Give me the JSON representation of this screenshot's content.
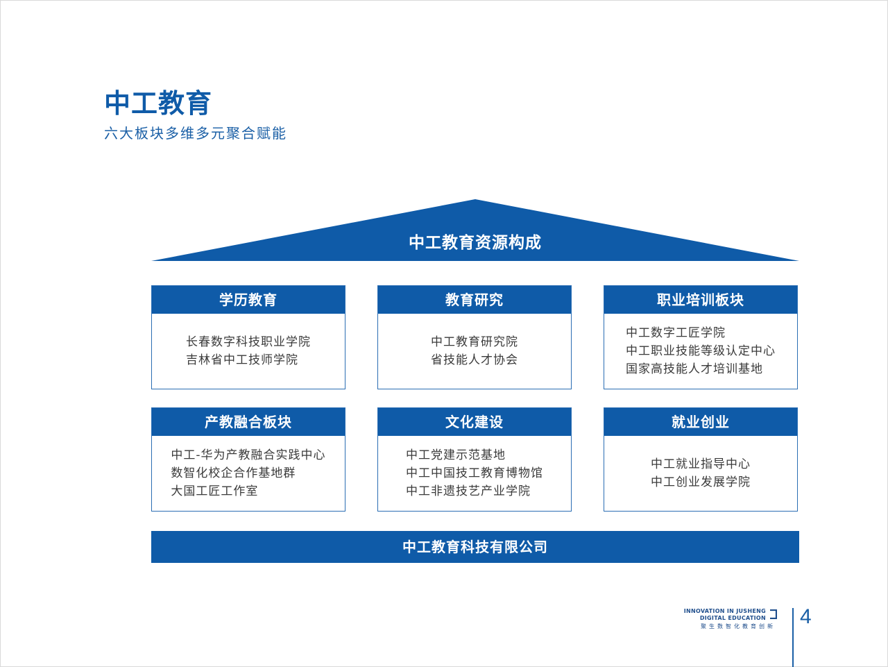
{
  "header": {
    "title": "中工教育",
    "subtitle": "六大板块多维多元聚合赋能"
  },
  "roof": {
    "label": "中工教育资源构成"
  },
  "cards": [
    {
      "title": "学历教育",
      "lines": [
        "长春数字科技职业学院",
        "吉林省中工技师学院"
      ]
    },
    {
      "title": "教育研究",
      "lines": [
        "中工教育研究院",
        "省技能人才协会"
      ]
    },
    {
      "title": "职业培训板块",
      "lines": [
        "中工数字工匠学院",
        "中工职业技能等级认定中心",
        "国家高技能人才培训基地"
      ]
    },
    {
      "title": "产教融合板块",
      "lines": [
        "中工-华为产教融合实践中心",
        "数智化校企合作基地群",
        "大国工匠工作室"
      ]
    },
    {
      "title": "文化建设",
      "lines": [
        "中工党建示范基地",
        "中工中国技工教育博物馆",
        "中工非遗技艺产业学院"
      ]
    },
    {
      "title": "就业创业",
      "lines": [
        "中工就业指导中心",
        "中工创业发展学院"
      ]
    }
  ],
  "base": {
    "label": "中工教育科技有限公司"
  },
  "footer": {
    "logo_line1": "INNOVATION IN JUSHENG",
    "logo_line2": "DIGITAL EDUCATION",
    "logo_cn": "聚生数智化教育创新",
    "page_number": "4"
  },
  "colors": {
    "primary": "#0f5ba8",
    "border": "#2a6db3",
    "text": "#3a3a3a"
  }
}
